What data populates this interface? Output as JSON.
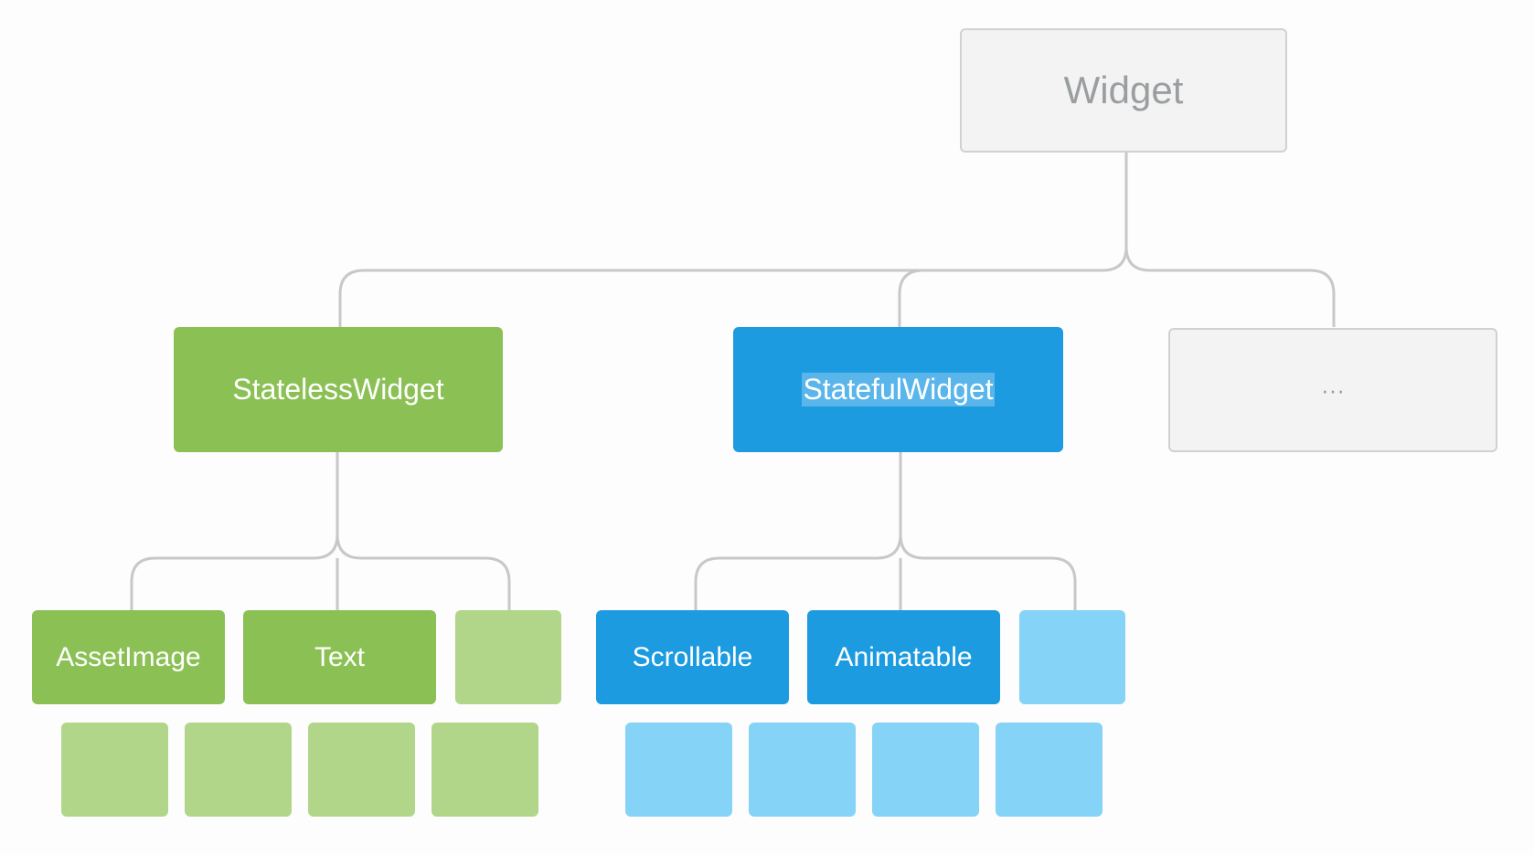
{
  "nodes": {
    "root": "Widget",
    "stateless": "StatelessWidget",
    "stateful": "StatefulWidget",
    "other": "···",
    "asset_image": "AssetImage",
    "text": "Text",
    "scrollable": "Scrollable",
    "animatable": "Animatable"
  },
  "colors": {
    "connector": "#c8c8c8",
    "gray_fill": "#f3f3f3",
    "gray_border": "#cfd1d2",
    "gray_text": "#9a9ea0",
    "green_dark": "#8bc154",
    "green_light": "#b1d68a",
    "blue_dark": "#1c9be1",
    "blue_light": "#85d3f7",
    "selection_highlight": "#5ab6ea"
  }
}
